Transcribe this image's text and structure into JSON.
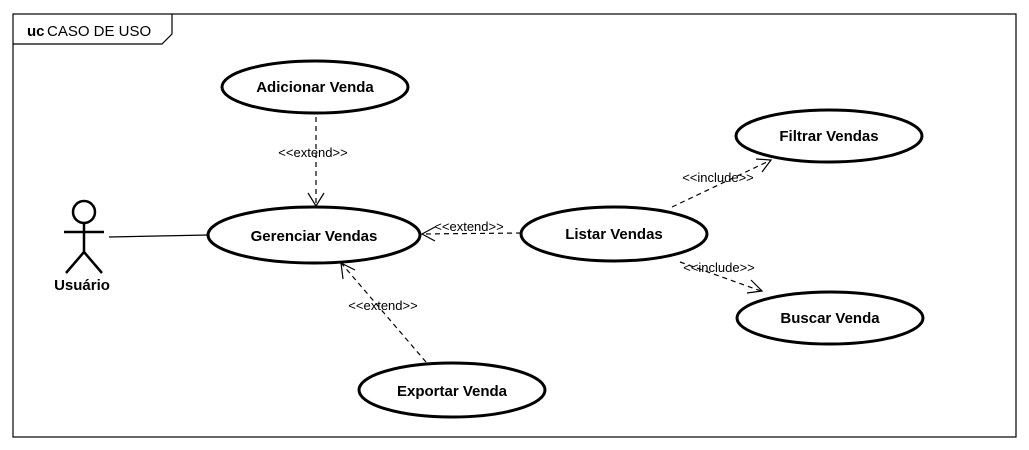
{
  "frame": {
    "keyword": "uc",
    "name": "CASO DE USO"
  },
  "actor": {
    "name": "Usuário"
  },
  "use_cases": {
    "adicionar_venda": "Adicionar Venda",
    "gerenciar_vendas": "Gerenciar Vendas",
    "listar_vendas": "Listar Vendas",
    "filtrar_vendas": "Filtrar Vendas",
    "buscar_venda": "Buscar Venda",
    "exportar_venda": "Exportar Venda"
  },
  "relations": {
    "extend_adicionar": "<<extend>>",
    "extend_listar": "<<extend>>",
    "extend_exportar": "<<extend>>",
    "include_filtrar": "<<include>>",
    "include_buscar": "<<include>>"
  }
}
